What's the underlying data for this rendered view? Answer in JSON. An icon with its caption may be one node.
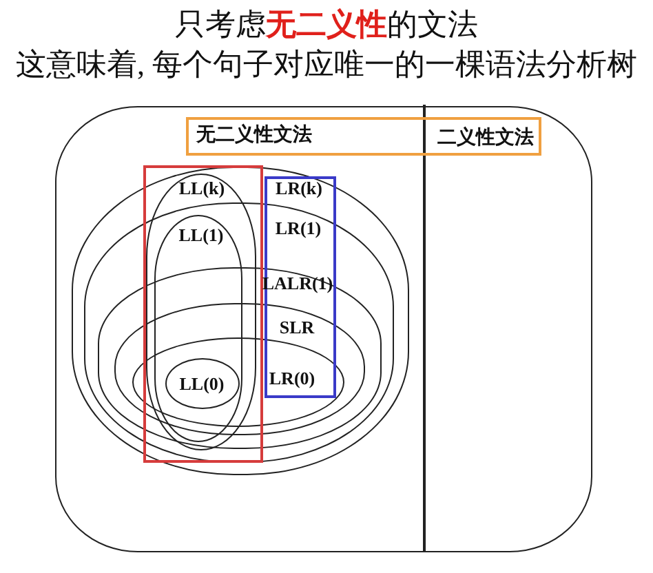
{
  "diagram": {
    "title": "只考虑**无二义性**的文法",
    "nodes": [
      {
        "text": [],
        "shape": "box"
      },
      {
        "text": [
          "无二义性文法",
          "二义性文法"
        ],
        "in": 0
      },
      {
        "text": [
          "LR(k)"
        ],
        "in": 0
      },
      {
        "text": [
          "LL(k)"
        ],
        "in": 2
      },
      {
        "text": [
          "LR(1)"
        ],
        "in": 2
      },
      {
        "text": [
          "LL(1)"
        ],
        "in": 3
      },
      {
        "text": [
          "LALR(1)"
        ],
        "in": 4
      },
      {
        "text": [
          "SLR"
        ],
        "in": 6
      },
      {
        "text": [
          "LR(0)"
        ],
        "in": 7
      },
      {
        "text": [
          "LL(0)"
        ]
      }
    ],
    "labels": [
      "这意味着, 每个句子对应唯一的一棵语法分析树"
    ]
  }
}
